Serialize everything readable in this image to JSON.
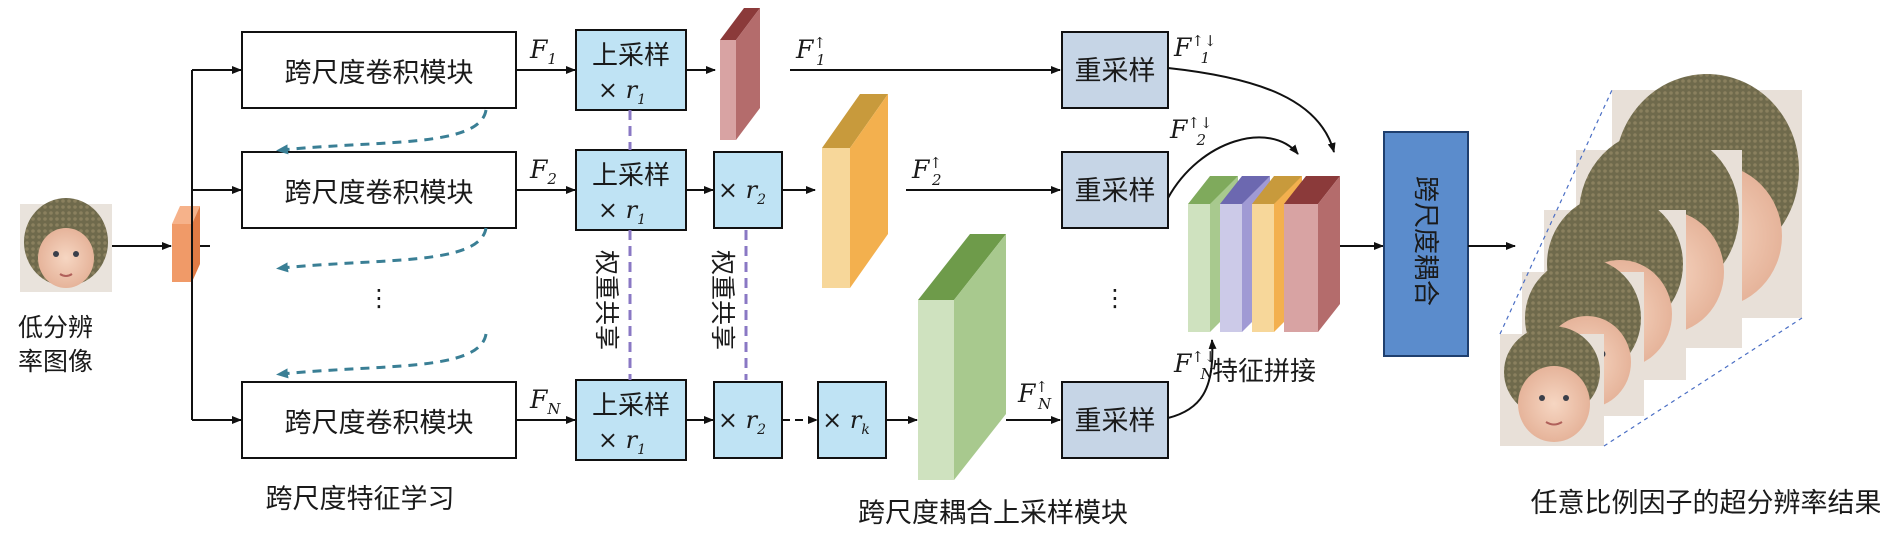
{
  "input": {
    "label_line1": "低分辨",
    "label_line2": "率图像"
  },
  "csconv_blocks": [
    {
      "label": "跨尺度卷积模块",
      "feature": "F",
      "feature_sub": "1"
    },
    {
      "label": "跨尺度卷积模块",
      "feature": "F",
      "feature_sub": "2"
    },
    {
      "label": "跨尺度卷积模块",
      "feature": "F",
      "feature_sub": "N"
    }
  ],
  "ellipsis": "⋮",
  "upsample": {
    "label": "上采样",
    "r1": "× r",
    "r1_sub": "1",
    "r2": "× r",
    "r2_sub": "2",
    "rk": "× r",
    "rk_sub": "k"
  },
  "weight_share_label": "权重共享",
  "upsampled_features": [
    {
      "name": "F",
      "sup": "↑",
      "sub": "1"
    },
    {
      "name": "F",
      "sup": "↑",
      "sub": "2"
    },
    {
      "name": "F",
      "sup": "↑",
      "sub": "N"
    }
  ],
  "resample": {
    "label": "重采样"
  },
  "resampled_features": [
    {
      "name": "F",
      "sup": "↑↓",
      "sub": "1"
    },
    {
      "name": "F",
      "sup": "↑↓",
      "sub": "2"
    },
    {
      "name": "F",
      "sup": "↑↓",
      "sub": "N"
    }
  ],
  "concat_label": "特征拼接",
  "coupling_label": "跨尺度耦合",
  "section_labels": {
    "feature_learning": "跨尺度特征学习",
    "upsampling_module": "跨尺度耦合上采样模块",
    "result": "任意比例因子的超分辨率结果"
  },
  "colors": {
    "light_blue_box": "#bfe3f4",
    "resample_box": "#c6d5e6",
    "coupling_box": "#5b8ccc",
    "dashed_arrow": "#3a7f95",
    "weight_share_line": "#8a78c4",
    "map_red": "#c98d8d",
    "map_orange": "#f3b04e",
    "map_green": "#b7d3a0",
    "input_map": "#f09a68"
  }
}
